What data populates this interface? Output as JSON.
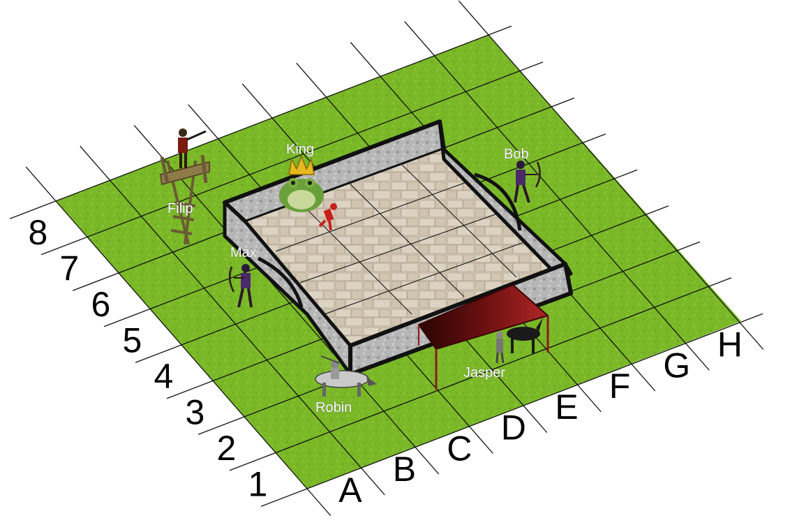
{
  "board": {
    "columns": [
      "A",
      "B",
      "C",
      "D",
      "E",
      "F",
      "G",
      "H"
    ],
    "rows": [
      "1",
      "2",
      "3",
      "4",
      "5",
      "6",
      "7",
      "8"
    ],
    "grass_color": "#7ab828",
    "grass_dark": "#5f9a1c",
    "floor_color": "#d8cdbd",
    "wall_color": "#b9b9b9",
    "tent_color": "#8a1a1a"
  },
  "units": [
    {
      "name": "King",
      "kind": "frog-king-icon"
    },
    {
      "name": "Bob",
      "kind": "archer-icon"
    },
    {
      "name": "Filip",
      "kind": "crossbowman-on-tower-icon"
    },
    {
      "name": "Max",
      "kind": "archer-icon"
    },
    {
      "name": "Robin",
      "kind": "knight-on-horse-icon"
    },
    {
      "name": "Jasper",
      "kind": "knight-with-horse-icon"
    }
  ],
  "props": [
    "castle-courtyard",
    "red-tent",
    "watch-tower",
    "red-figure"
  ]
}
